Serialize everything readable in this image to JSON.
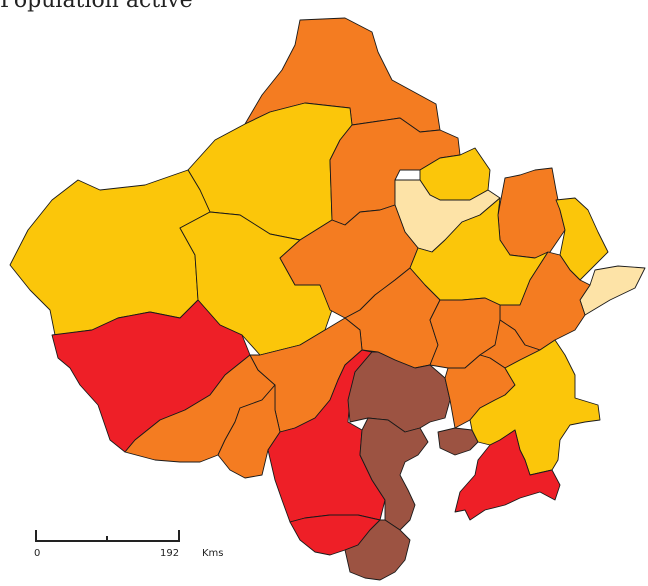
{
  "title": "Population active",
  "scale": {
    "zero_label": "0",
    "max_label": "192",
    "unit": "Kms"
  },
  "legend_colors": {
    "very_low": "#fde3a7",
    "low": "#fbc60a",
    "medium": "#f47c21",
    "high": "#ee1f27",
    "very_high": "#9c5342"
  },
  "outline_color": "#1a1a1a"
}
